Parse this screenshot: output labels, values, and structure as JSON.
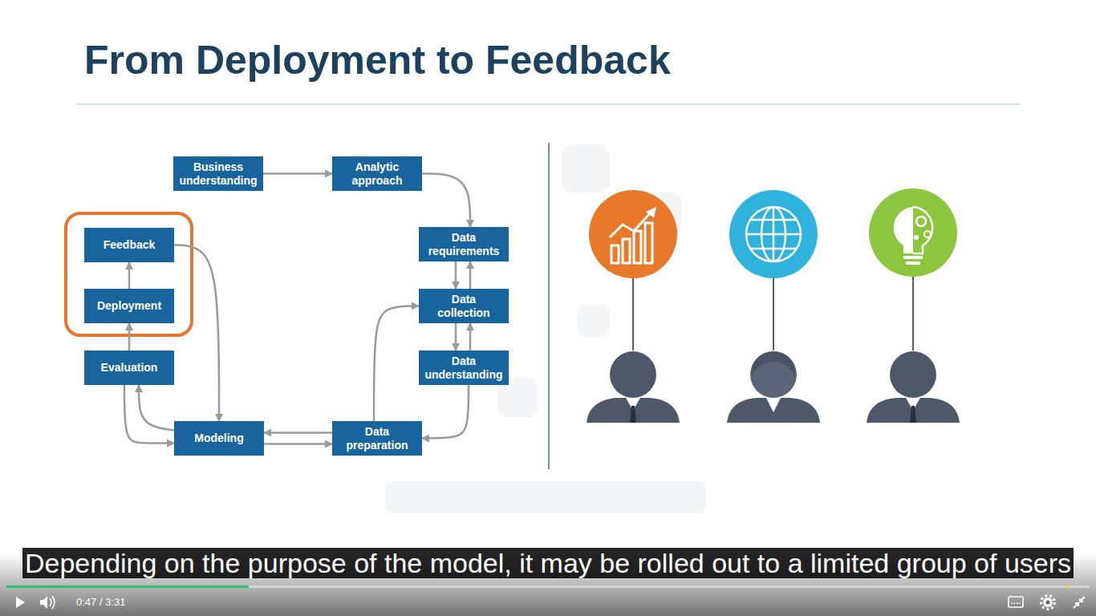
{
  "diagram": {
    "title": "From Deployment to Feedback",
    "caption": "Depending on the purpose of the model, it may be rolled out to a limited group of users",
    "nodes": [
      {
        "text": [
          "Business understanding"
        ]
      },
      {
        "text": [
          "Analytic approach"
        ]
      },
      {
        "text": [
          "Data requirements"
        ]
      },
      {
        "text": [
          "Data collection"
        ]
      },
      {
        "text": [
          "Data understanding"
        ]
      },
      {
        "text": [
          "Data preparation"
        ]
      },
      {
        "text": [
          "Modeling"
        ]
      },
      {
        "text": [
          "Evaluation"
        ]
      },
      {
        "text": [
          "Deployment"
        ]
      },
      {
        "text": [
          "Feedback"
        ]
      }
    ],
    "edges": [
      {
        "from": 0,
        "to": 1,
        "arrow": "to"
      },
      {
        "from": 1,
        "to": 2,
        "arrow": "to"
      },
      {
        "from": 2,
        "to": 3,
        "arrow": "to"
      },
      {
        "from": 3,
        "to": 2,
        "arrow": "to"
      },
      {
        "from": 3,
        "to": 4,
        "arrow": "to"
      },
      {
        "from": 4,
        "to": 3,
        "arrow": "to"
      },
      {
        "from": 4,
        "to": 5,
        "arrow": "to"
      },
      {
        "from": 5,
        "to": 3,
        "arrow": "to"
      },
      {
        "from": 5,
        "to": 6,
        "arrow": "to"
      },
      {
        "from": 6,
        "to": 5,
        "arrow": "to"
      },
      {
        "from": 7,
        "to": 6,
        "arrow": "to"
      },
      {
        "from": 6,
        "to": 7,
        "arrow": "to"
      },
      {
        "from": 7,
        "to": 8,
        "arrow": "to"
      },
      {
        "from": 8,
        "to": 9,
        "arrow": "to"
      },
      {
        "from": 9,
        "to": 6,
        "arrow": "to"
      }
    ],
    "labels": [
      "0:47 / 3:31"
    ]
  }
}
